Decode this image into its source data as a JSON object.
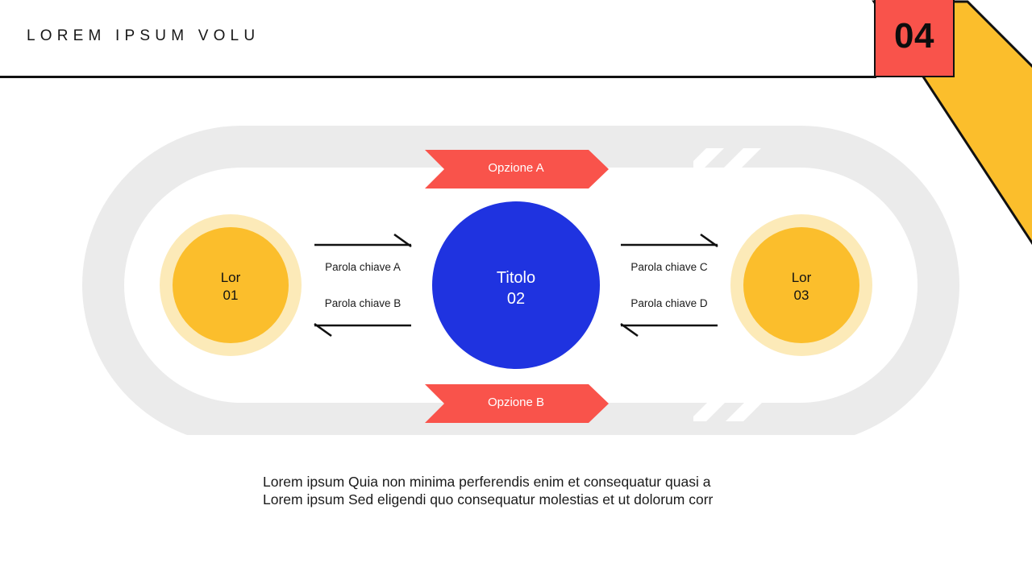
{
  "header": {
    "title": "LOREM IPSUM VOLU",
    "badge_number": "04"
  },
  "colors": {
    "badge_red": "#F9534B",
    "banner_red": "#F9534B",
    "accent_yellow": "#FBBE2C",
    "halo_yellow": "#FBE3A0",
    "center_blue": "#1F33E0",
    "track_gray": "#EBEBEB",
    "chevron_white": "#FFFFFF",
    "rule_black": "#111111"
  },
  "diagram": {
    "banners": [
      {
        "id": "opzione-a",
        "label": "Opzione A",
        "direction": "right"
      },
      {
        "id": "opzione-b",
        "label": "Opzione B",
        "direction": "right"
      }
    ],
    "nodes": [
      {
        "id": "node-01",
        "line1": "Lor",
        "line2": "01",
        "style": "yellow"
      },
      {
        "id": "node-02",
        "line1": "Titolo",
        "line2": "02",
        "style": "blue"
      },
      {
        "id": "node-03",
        "line1": "Lor",
        "line2": "03",
        "style": "yellow"
      }
    ],
    "keywords": [
      {
        "id": "kw-a",
        "label": "Parola chiave A",
        "arrow": "right"
      },
      {
        "id": "kw-b",
        "label": "Parola chiave B",
        "arrow": "left"
      },
      {
        "id": "kw-c",
        "label": "Parola chiave C",
        "arrow": "right"
      },
      {
        "id": "kw-d",
        "label": "Parola chiave D",
        "arrow": "left"
      }
    ]
  },
  "body": {
    "line1": "Lorem ipsum Quia non minima perferendis enim et consequatur quasi a",
    "line2": "Lorem ipsum Sed eligendi quo consequatur molestias et ut dolorum corr"
  }
}
